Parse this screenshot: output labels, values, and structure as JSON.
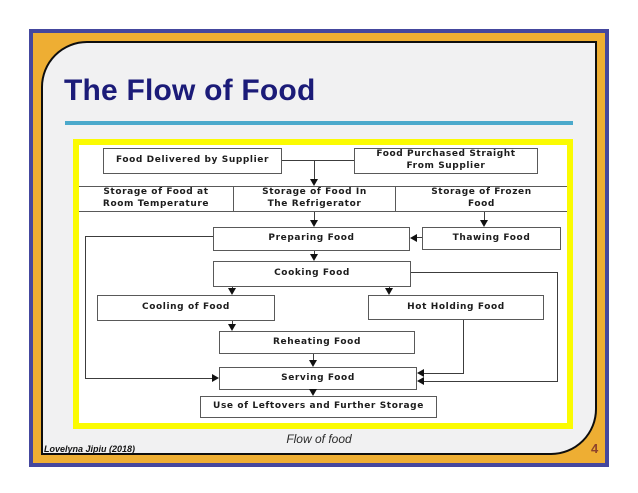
{
  "slide": {
    "title": "The Flow of Food",
    "caption": "Flow of food",
    "footer": "Lovelyna Jipiu (2018)",
    "page_number": "4"
  },
  "colors": {
    "title_text": "#1b1b78",
    "title_rule": "#4ba9cb",
    "outer_border": "#44479e",
    "frame": "#eeae33",
    "chart_frame": "#fbfb02",
    "slide_background": "#f1f1f2",
    "node_border": "#595959",
    "page_number": "#8d432c"
  },
  "flowchart": {
    "nodes": [
      {
        "id": "delivered",
        "label": "Food Delivered by Supplier"
      },
      {
        "id": "purchased",
        "label": "Food Purchased Straight\nFrom Supplier"
      },
      {
        "id": "storage-room",
        "label": "Storage of Food at\nRoom Temperature"
      },
      {
        "id": "storage-fridge",
        "label": "Storage of Food In\nThe Refrigerator"
      },
      {
        "id": "storage-frozen",
        "label": "Storage of Frozen\nFood"
      },
      {
        "id": "preparing",
        "label": "Preparing Food"
      },
      {
        "id": "thawing",
        "label": "Thawing Food"
      },
      {
        "id": "cooking",
        "label": "Cooking Food"
      },
      {
        "id": "cooling",
        "label": "Cooling of Food"
      },
      {
        "id": "hot-holding",
        "label": "Hot Holding Food"
      },
      {
        "id": "reheating",
        "label": "Reheating Food"
      },
      {
        "id": "serving",
        "label": "Serving Food"
      },
      {
        "id": "leftovers",
        "label": "Use of Leftovers and Further Storage"
      }
    ],
    "edges": [
      {
        "from": "delivered",
        "to": "storage-fridge"
      },
      {
        "from": "purchased",
        "to": "storage-fridge"
      },
      {
        "from": "storage-fridge",
        "to": "preparing"
      },
      {
        "from": "storage-frozen",
        "to": "thawing"
      },
      {
        "from": "thawing",
        "to": "preparing"
      },
      {
        "from": "preparing",
        "to": "cooking"
      },
      {
        "from": "preparing",
        "to": "serving"
      },
      {
        "from": "cooking",
        "to": "cooling"
      },
      {
        "from": "cooking",
        "to": "hot-holding"
      },
      {
        "from": "cooking",
        "to": "serving"
      },
      {
        "from": "cooling",
        "to": "reheating"
      },
      {
        "from": "hot-holding",
        "to": "serving"
      },
      {
        "from": "reheating",
        "to": "serving"
      },
      {
        "from": "serving",
        "to": "leftovers"
      }
    ]
  }
}
